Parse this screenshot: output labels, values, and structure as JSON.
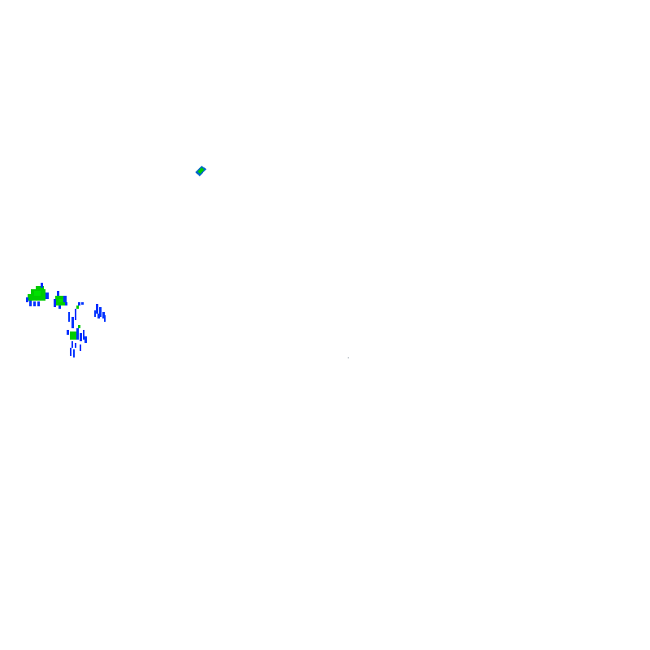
{
  "map": {
    "layer": "precipitation-reflectivity",
    "background": "#ffffff",
    "palette": {
      "light": "#0033ff",
      "moderate": "#0066cc",
      "heavy": "#00cc00",
      "peak": "#00e000"
    },
    "echo_clusters": [
      {
        "id": "cluster-a",
        "intensity_mix": [
          "heavy",
          "light"
        ]
      },
      {
        "id": "cluster-b",
        "intensity_mix": [
          "heavy",
          "light"
        ]
      },
      {
        "id": "cluster-c",
        "intensity_mix": [
          "light",
          "heavy"
        ]
      },
      {
        "id": "cluster-d",
        "intensity_mix": [
          "light"
        ]
      },
      {
        "id": "cluster-e",
        "intensity_mix": [
          "moderate",
          "heavy"
        ]
      }
    ]
  }
}
